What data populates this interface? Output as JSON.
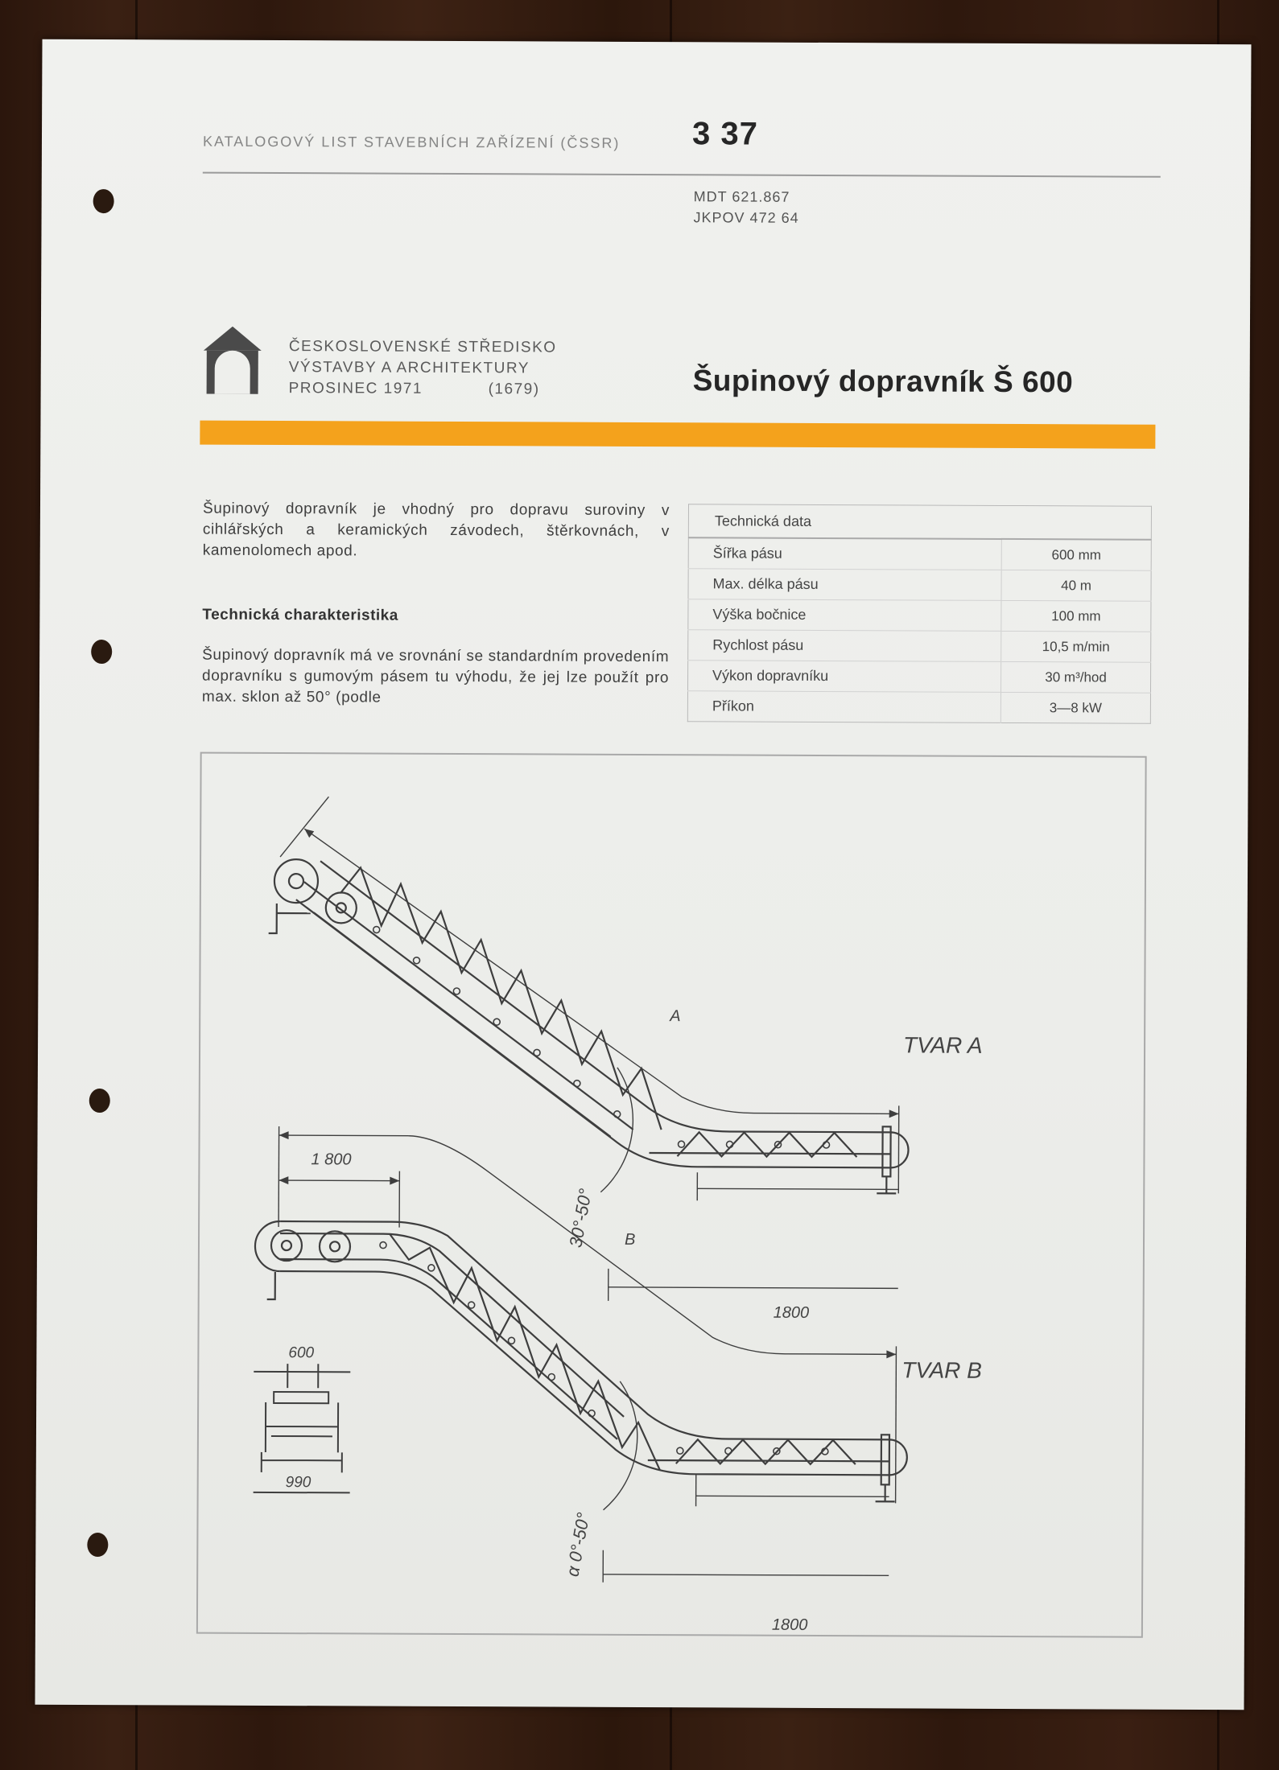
{
  "header": {
    "catalog_label": "KATALOGOVÝ LIST STAVEBNÍCH ZAŘÍZENÍ (ČSSR)",
    "sheet_number": "3 37",
    "mdt": "MDT 621.867",
    "jkpov": "JKPOV 472 64"
  },
  "organization": {
    "line1": "ČESKOSLOVENSKÉ STŘEDISKO",
    "line2": "VÝSTAVBY A ARCHITEKTURY",
    "date": "PROSINEC 1971",
    "code": "(1679)"
  },
  "title": "Šupinový dopravník Š 600",
  "intro": "Šupinový dopravník je vhodný pro dopravu suroviny v cihlářských a keramických závodech, štěrkovnách, v kamenolomech apod.",
  "characteristics": {
    "heading": "Technická charakteristika",
    "text": "Šupinový dopravník má ve srovnání se standardním provedením dopravníku s gumovým pásem tu výhodu, že jej lze použít pro max. sklon až 50° (podle"
  },
  "tech_data": {
    "heading": "Technická data",
    "rows": [
      {
        "label": "Šířka pásu",
        "value": "600 mm"
      },
      {
        "label": "Max. délka pásu",
        "value": "40 m"
      },
      {
        "label": "Výška bočnice",
        "value": "100 mm"
      },
      {
        "label": "Rychlost pásu",
        "value": "10,5 m/min"
      },
      {
        "label": "Výkon dopravníku",
        "value": "30 m³/hod"
      },
      {
        "label": "Příkon",
        "value": "3—8 kW"
      }
    ]
  },
  "drawing": {
    "tvar_a": "TVAR A",
    "tvar_b": "TVAR B",
    "dim_a": "A",
    "dim_b": "B",
    "dim_1800_top": "1 800",
    "dim_1800_a": "1800",
    "dim_1800_b": "1800",
    "angle_a": "30°-50°",
    "angle_b": "α 0°-50°",
    "dim_600": "600",
    "dim_990": "990"
  }
}
